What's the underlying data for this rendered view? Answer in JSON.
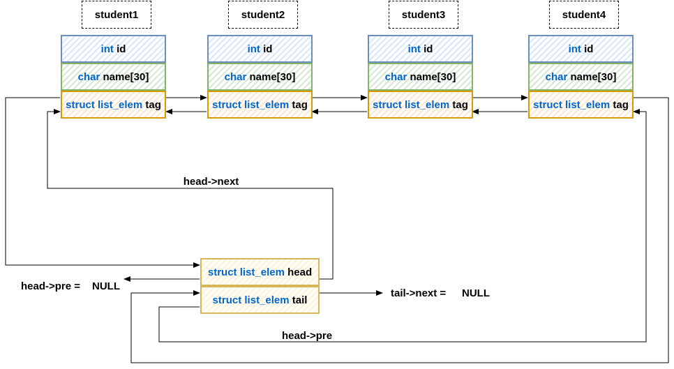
{
  "colors": {
    "keyword": "#0066cc",
    "int_fill": "#dae8fc",
    "int_stroke": "#6c8ebf",
    "char_fill": "#d5e8d4",
    "char_stroke": "#82b366",
    "tag_fill": "#ffe6cc",
    "tag_stroke": "#d79b00",
    "head_fill": "#fff2cc",
    "head_stroke": "#d6b656"
  },
  "students": [
    {
      "title": "student1",
      "id_kw": "int",
      "id_name": "id",
      "name_kw": "char",
      "name_name": "name[30]",
      "tag_kw": "struct list_elem",
      "tag_name": "tag"
    },
    {
      "title": "student2",
      "id_kw": "int",
      "id_name": "id",
      "name_kw": "char",
      "name_name": "name[30]",
      "tag_kw": "struct list_elem",
      "tag_name": "tag"
    },
    {
      "title": "student3",
      "id_kw": "int",
      "id_name": "id",
      "name_kw": "char",
      "name_name": "name[30]",
      "tag_kw": "struct list_elem",
      "tag_name": "tag"
    },
    {
      "title": "student4",
      "id_kw": "int",
      "id_name": "id",
      "name_kw": "char",
      "name_name": "name[30]",
      "tag_kw": "struct list_elem",
      "tag_name": "tag"
    }
  ],
  "list": {
    "head_kw": "struct list_elem",
    "head_name": "head",
    "tail_kw": "struct list_elem",
    "tail_name": "tail"
  },
  "labels": {
    "head_next": "head->next",
    "head_pre_null": "head->pre =",
    "null_left": "NULL",
    "tail_next_null": "tail->next =",
    "null_right": "NULL",
    "head_pre": "head->pre"
  }
}
